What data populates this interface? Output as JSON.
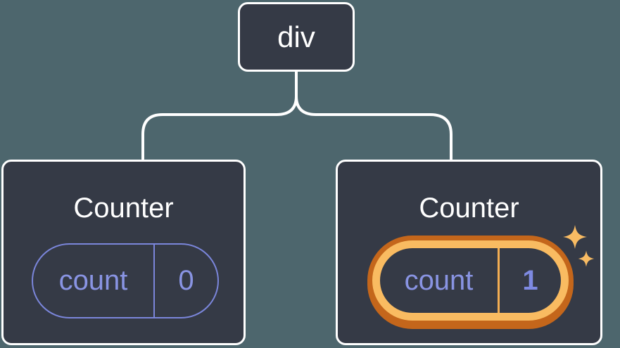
{
  "diagram": {
    "description": "React component tree: a div parent with two Counter children; the second Counter's count state was just updated and is highlighted",
    "root": {
      "label": "div"
    },
    "children": [
      {
        "title": "Counter",
        "state": {
          "key": "count",
          "value": "0"
        },
        "highlighted": false
      },
      {
        "title": "Counter",
        "state": {
          "key": "count",
          "value": "1"
        },
        "highlighted": true
      }
    ],
    "icons": {
      "sparkles": "✦"
    },
    "colors": {
      "background": "#4d666d",
      "node_fill": "#353a46",
      "node_border": "#ffffff",
      "connector": "#ffffff",
      "state_accent": "#8994e3",
      "state_border": "#7b86db",
      "highlight_ring_outer": "#c4661b",
      "highlight_ring_inner": "#f9bb61",
      "highlight_divider": "#f3ad52",
      "sparkle": "#f8bb63"
    }
  }
}
